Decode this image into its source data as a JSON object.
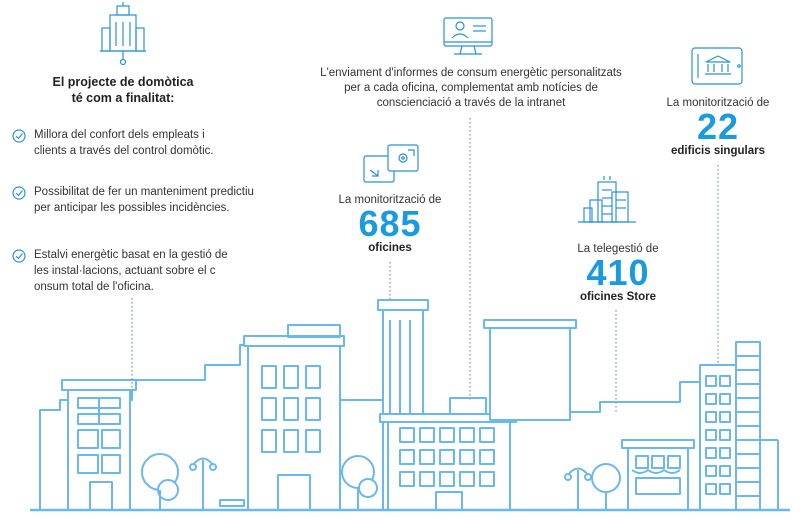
{
  "left_panel": {
    "title_line1": "El projecte de domòtica",
    "title_line2": "té com a finalitat:",
    "bullets": [
      {
        "line1": "Millora del confort dels empleats i",
        "line2": "clients a través del control domòtic.",
        "line3": ""
      },
      {
        "line1": "Possibilitat de fer un manteniment predictiu",
        "line2": "per anticipar les possibles incidències.",
        "line3": ""
      },
      {
        "line1": "Estalvi energètic basat en la gestió de",
        "line2": "les instal·lacions, actuant sobre el c",
        "line3": "onsum total de l'oficina."
      }
    ]
  },
  "reports": {
    "line1": "L'enviament d'informes de consum energètic personalitzats",
    "line2": "per a cada oficina, complementat amb notícies de",
    "line3": "conscienciació a través de la intranet"
  },
  "offices": {
    "label": "La monitorització de",
    "number": "685",
    "sub": "oficines"
  },
  "store": {
    "label": "La telegestió de",
    "number": "410",
    "sub": "oficines Store"
  },
  "singular": {
    "label": "La monitorització de",
    "number": "22",
    "sub": "edificis singulars"
  },
  "colors": {
    "accent": "#1a9be0",
    "line": "#6ab8ee",
    "fill": "#eef7fe",
    "text": "#333333"
  },
  "icons": [
    "building-icon",
    "monitor-user-icon",
    "devices-icon",
    "buildings-icon",
    "tablet-bank-icon",
    "check-circle-icon"
  ]
}
